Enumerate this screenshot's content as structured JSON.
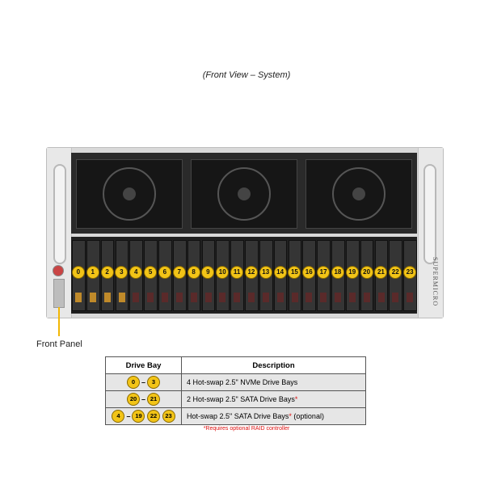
{
  "caption": "(Front View – System)",
  "brand": "SUPERMICRO",
  "front_panel_label": "Front Panel",
  "drive_bays": [
    {
      "n": "0",
      "type": "nvme"
    },
    {
      "n": "1",
      "type": "nvme"
    },
    {
      "n": "2",
      "type": "nvme"
    },
    {
      "n": "3",
      "type": "nvme"
    },
    {
      "n": "4",
      "type": "sata"
    },
    {
      "n": "5",
      "type": "sata"
    },
    {
      "n": "6",
      "type": "sata"
    },
    {
      "n": "7",
      "type": "sata"
    },
    {
      "n": "8",
      "type": "sata"
    },
    {
      "n": "9",
      "type": "sata"
    },
    {
      "n": "10",
      "type": "sata"
    },
    {
      "n": "11",
      "type": "sata"
    },
    {
      "n": "12",
      "type": "sata"
    },
    {
      "n": "13",
      "type": "sata"
    },
    {
      "n": "14",
      "type": "sata"
    },
    {
      "n": "15",
      "type": "sata"
    },
    {
      "n": "16",
      "type": "sata"
    },
    {
      "n": "17",
      "type": "sata"
    },
    {
      "n": "18",
      "type": "sata"
    },
    {
      "n": "19",
      "type": "sata"
    },
    {
      "n": "20",
      "type": "sata"
    },
    {
      "n": "21",
      "type": "sata"
    },
    {
      "n": "22",
      "type": "sata"
    },
    {
      "n": "23",
      "type": "sata"
    }
  ],
  "legend": {
    "header_bay": "Drive Bay",
    "header_desc": "Description",
    "rows": [
      {
        "from": "0",
        "to": "3",
        "desc": "4 Hot-swap 2.5\" NVMe Drive Bays",
        "suffix": ""
      },
      {
        "from": "20",
        "to": "21",
        "desc": "2 Hot-swap 2.5\" SATA Drive Bays",
        "suffix": "*"
      },
      {
        "from": "4",
        "to": "19",
        "extra": [
          "22",
          "23"
        ],
        "desc": "Hot-swap 2.5\" SATA Drive Bays",
        "suffix": "*",
        "tail": " (optional)"
      }
    ],
    "note": "*Requires optional RAID controller"
  },
  "colors": {
    "bay_number": "#f2c417",
    "accent_red": "#dd1111"
  }
}
